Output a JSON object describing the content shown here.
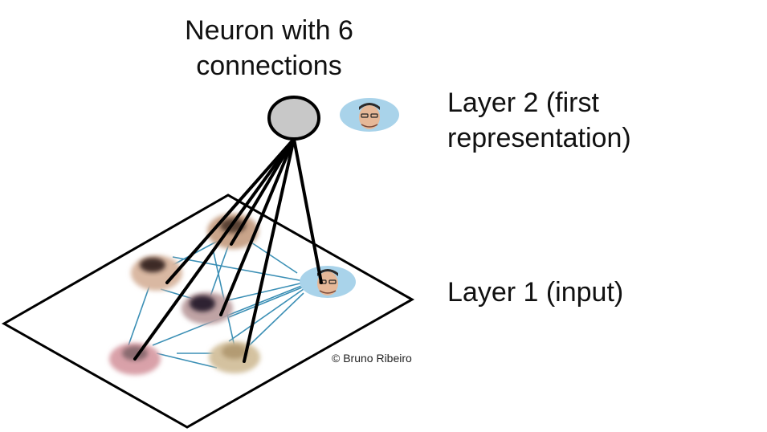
{
  "neuron": {
    "title_line1": "Neuron with 6",
    "title_line2": "connections"
  },
  "layers": {
    "layer2_line1": "Layer 2 (first",
    "layer2_line2": "representation)",
    "layer1": "Layer 1 (input)"
  },
  "credit": "© Bruno Ribeiro",
  "colors": {
    "neuron_fill": "#c8c8c8",
    "edge_color": "#3b8fb5",
    "connection_color": "#000000"
  },
  "icons": {
    "node_face": "person-photo-icon"
  }
}
